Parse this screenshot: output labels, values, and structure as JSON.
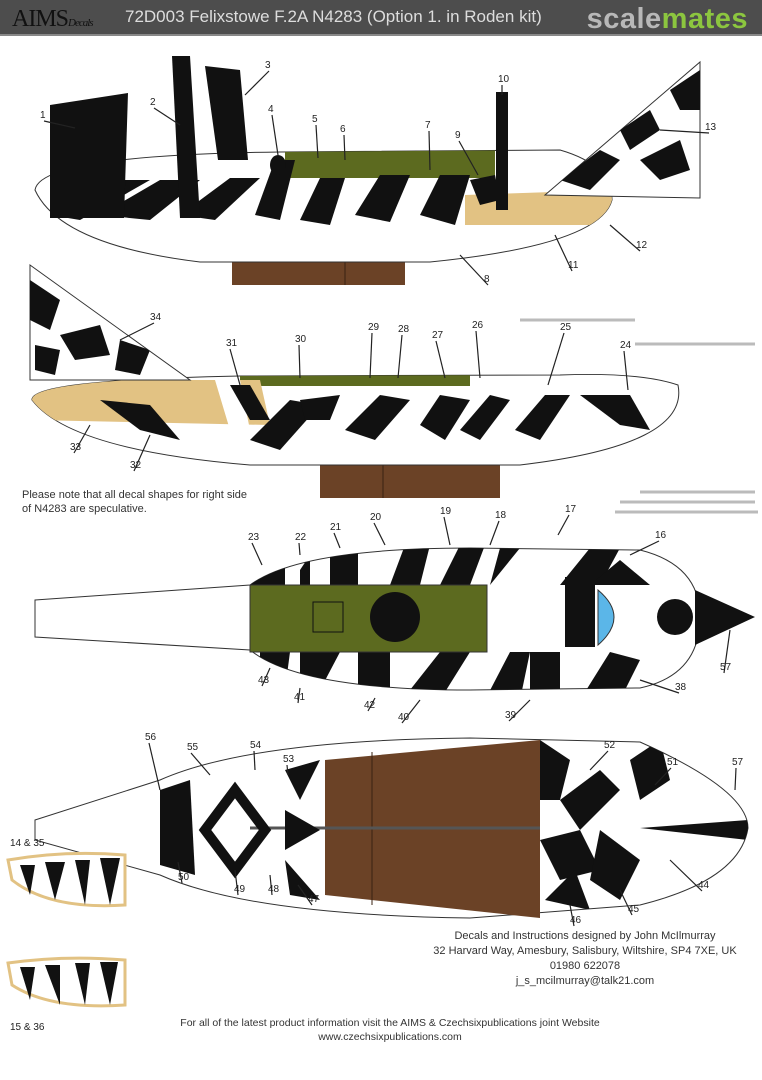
{
  "header": {
    "logo": "AIMS",
    "logo_sub": "Decals",
    "title": "72D003 Felixstowe F.2A N4283 (Option 1. in Roden kit)",
    "watermark_part1": "scale",
    "watermark_part2": "mates"
  },
  "colors": {
    "black": "#111111",
    "olive_green": "#5c6a1f",
    "tan": "#e2c283",
    "brown": "#6b4226",
    "windscreen_blue": "#5bb6e8",
    "header_bg": "#4d4d4d",
    "watermark_green": "#8cc63f"
  },
  "note": {
    "line1": "Please note that all decal shapes for right side",
    "line2": "of N4283 are speculative."
  },
  "callouts": [
    "1",
    "2",
    "3",
    "4",
    "5",
    "6",
    "7",
    "8",
    "9",
    "10",
    "11",
    "12",
    "13",
    "16",
    "17",
    "18",
    "19",
    "20",
    "21",
    "22",
    "23",
    "24",
    "25",
    "26",
    "27",
    "28",
    "29",
    "30",
    "31",
    "32",
    "33",
    "34",
    "38",
    "39",
    "40",
    "41",
    "42",
    "43",
    "44",
    "45",
    "46",
    "47",
    "48",
    "49",
    "50",
    "51",
    "52",
    "53",
    "54",
    "55",
    "56",
    "57",
    "57",
    "14 & 35",
    "15 & 36"
  ],
  "credits": {
    "line1": "Decals and Instructions designed by John McIlmurray",
    "line2": "32 Harvard Way, Amesbury, Salisbury, Wiltshire, SP4 7XE, UK",
    "phone": "01980 622078",
    "email": "j_s_mcilmurray@talk21.com"
  },
  "footer": {
    "line1": "For all of the latest product information visit the AIMS & Czechsixpublications joint Website",
    "url": "www.czechsixpublications.com"
  }
}
